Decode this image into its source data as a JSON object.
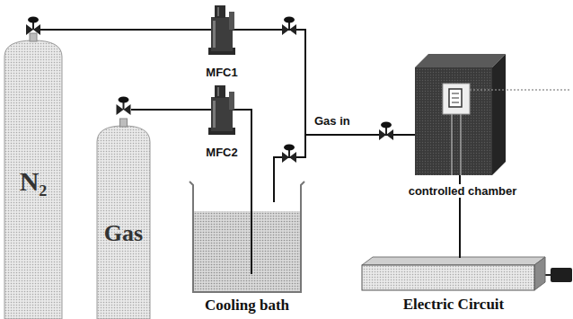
{
  "diagram": {
    "nodes": [
      {
        "text": [
          "N₂"
        ]
      },
      {
        "text": [
          "Gas"
        ]
      },
      {
        "text": [
          "MFC1"
        ]
      },
      {
        "text": [
          "MFC2"
        ]
      },
      {
        "text": [
          "Cooling bath"
        ]
      },
      {
        "text": [
          "controlled chamber"
        ]
      },
      {
        "text": [
          "Electric Circuit"
        ]
      }
    ],
    "edges": [
      {
        "from": 0,
        "to": 2,
        "arrow": "none"
      },
      {
        "from": 1,
        "to": 3,
        "arrow": "none"
      },
      {
        "from": 2,
        "to": 5,
        "arrow": "none"
      },
      {
        "from": 3,
        "to": 4,
        "arrow": "none"
      },
      {
        "from": 4,
        "to": 5,
        "arrow": "none"
      },
      {
        "from": 5,
        "to": 6,
        "arrow": "none"
      }
    ],
    "labels": [
      "Gas in"
    ]
  }
}
